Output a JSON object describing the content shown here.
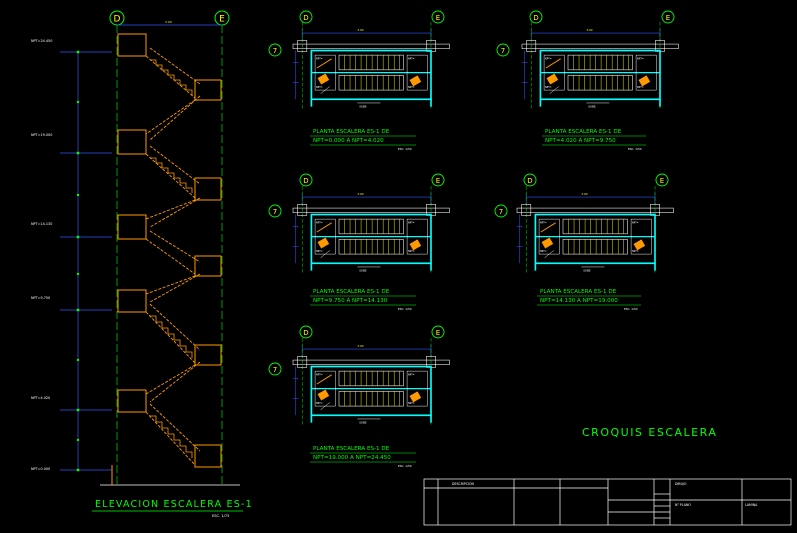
{
  "elevation": {
    "grid_left": "D",
    "grid_right": "E",
    "level_labels": [
      "NPT=24.450",
      "NPT=19.000",
      "NPT=14.130",
      "NPT=9.750",
      "NPT=4.020",
      "NPT=0.000"
    ],
    "title": "ELEVACION ESCALERA ES-1",
    "scale": "ESC. 1/75"
  },
  "plans": [
    {
      "title": "PLANTA ESCALERA ES-1 DE",
      "range": "NPT=0.000 A NPT=4.020",
      "scale": "ESC. 1/50"
    },
    {
      "title": "PLANTA ESCALERA ES-1 DE",
      "range": "NPT=4.020 A NPT=9.750",
      "scale": "ESC. 1/50"
    },
    {
      "title": "PLANTA ESCALERA ES-1 DE",
      "range": "NPT=9.750 A NPT=14.130",
      "scale": "ESC. 1/50"
    },
    {
      "title": "PLANTA ESCALERA ES-1 DE",
      "range": "NPT=14.130 A NPT=19.000",
      "scale": "ESC. 1/50"
    },
    {
      "title": "PLANTA ESCALERA ES-1 DE",
      "range": "NPT=19.000 A NPT=24.450",
      "scale": "ESC. 1/50"
    }
  ],
  "plan_labels": {
    "grid_left": "D",
    "grid_right": "E",
    "grid_row": "7"
  },
  "main_title": "CROQUIS ESCALERA",
  "title_block": {
    "field_1": "DESCRIPCION",
    "field_2": "DIBUJO",
    "field_3": "N° PLANO",
    "field_4": "LAMINA"
  },
  "colors": {
    "background": "#000000",
    "stair": "#ff9900",
    "grid": "#00ff00",
    "wall": "#00ffff",
    "dimension": "#3355ff",
    "text_yellow": "#ffff00"
  }
}
